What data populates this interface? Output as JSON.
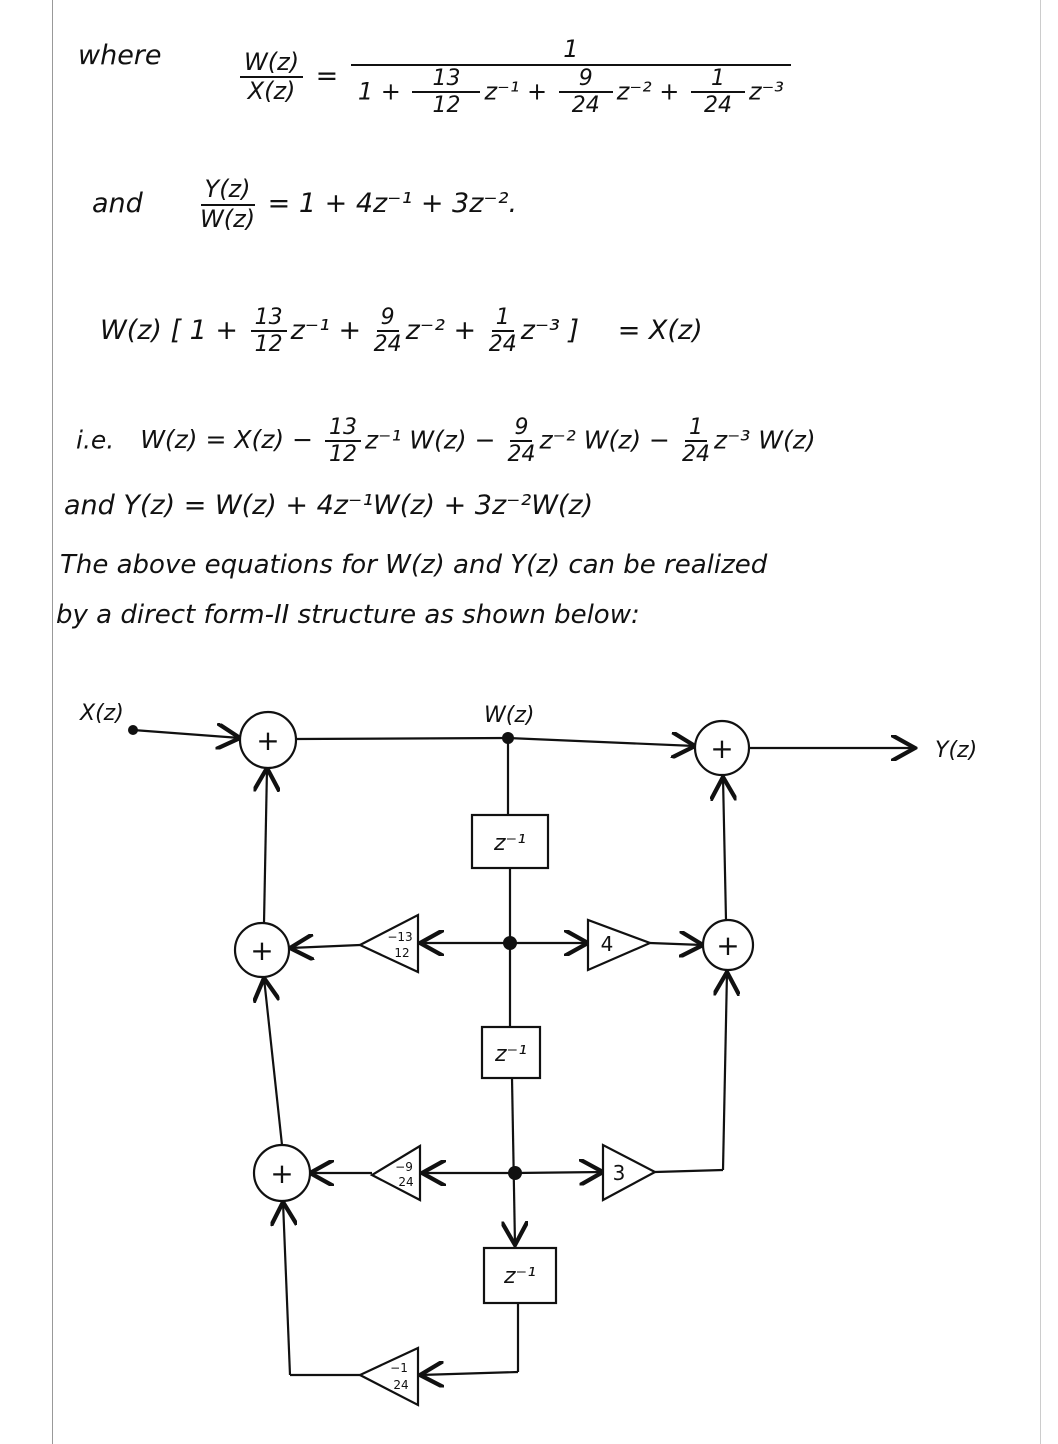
{
  "equations": {
    "where_label": "where",
    "eq1_lhs_num": "W(z)",
    "eq1_lhs_den": "X(z)",
    "eq1_eq": "=",
    "eq1_rhs_num": "1",
    "eq1_rhs_den_a": "1 +",
    "eq1_f1_num": "13",
    "eq1_f1_den": "12",
    "eq1_t1": "z⁻¹ +",
    "eq1_f2_num": "9",
    "eq1_f2_den": "24",
    "eq1_t2": "z⁻² +",
    "eq1_f3_num": "1",
    "eq1_f3_den": "24",
    "eq1_t3": "z⁻³",
    "and_label": "and",
    "eq2_lhs_num": "Y(z)",
    "eq2_lhs_den": "W(z)",
    "eq2_rhs": "= 1 + 4z⁻¹ + 3z⁻².",
    "eq3_lhs": "W(z) [ 1 +",
    "eq3_t1": "z⁻¹ +",
    "eq3_t2": "z⁻² +",
    "eq3_t3": "z⁻³ ]",
    "eq3_rhs": "= X(z)",
    "eq4_prefix": "i.e.",
    "eq4_a": "W(z) = X(z) −",
    "eq4_b": "z⁻¹ W(z) −",
    "eq4_c": "z⁻² W(z) −",
    "eq4_d": "z⁻³ W(z)",
    "eq5": "and   Y(z) = W(z) + 4z⁻¹W(z) + 3z⁻²W(z)",
    "para_line1": "The above equations for W(z) and Y(z) can be realized",
    "para_line2": "by a direct form-II structure as shown below:"
  },
  "diagram": {
    "input_label": "X(z)",
    "node_label": "W(z)",
    "output_label": "Y(z)",
    "adder_symbol": "+",
    "delay_label": "z⁻¹",
    "gains_feedback": [
      {
        "num": "−13",
        "den": "12"
      },
      {
        "num": "−9",
        "den": "24"
      },
      {
        "num": "−1",
        "den": "24"
      }
    ],
    "gains_feedforward": [
      "4",
      "3"
    ]
  }
}
